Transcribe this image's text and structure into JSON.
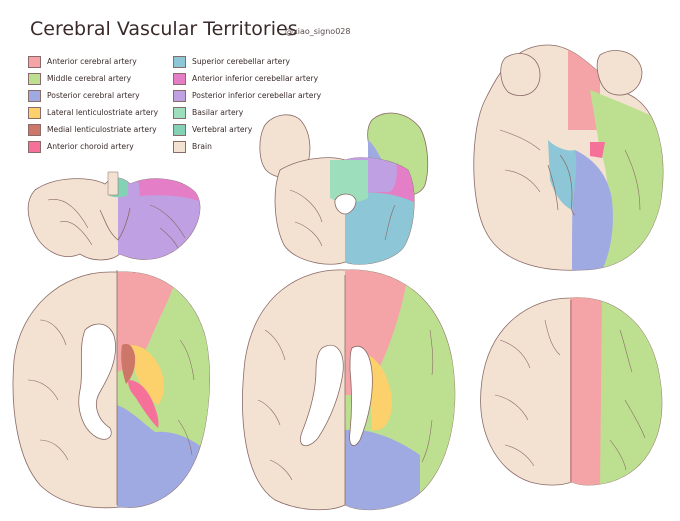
{
  "title": "Cerebral Vascular Territories",
  "author": "@xiao_signo028",
  "colors": {
    "aca": "#f4a3a6",
    "mca": "#bde090",
    "pca": "#9fa9e2",
    "llsa": "#fcd06a",
    "mlsa": "#cd7769",
    "acha": "#f57199",
    "sca": "#8dc7d7",
    "aica": "#e47fc7",
    "pica": "#bfa0e2",
    "basilar": "#9ddfbd",
    "vertebral": "#84d1b5",
    "brain": "#f3e2d1",
    "outline": "#8a6a66"
  },
  "legend": [
    {
      "label": "Anterior cerebral artery",
      "color_key": "aca"
    },
    {
      "label": "Middle cerebral artery",
      "color_key": "mca"
    },
    {
      "label": "Posterior cerebral artery",
      "color_key": "pca"
    },
    {
      "label": "Lateral lenticulostriate artery",
      "color_key": "llsa"
    },
    {
      "label": "Medial lenticulostriate artery",
      "color_key": "mlsa"
    },
    {
      "label": "Anterior choroid artery",
      "color_key": "acha"
    },
    {
      "label": "Superior cerebellar artery",
      "color_key": "sca"
    },
    {
      "label": "Anterior inferior cerebellar artery",
      "color_key": "aica"
    },
    {
      "label": "Posterior inferior cerebellar artery",
      "color_key": "pica"
    },
    {
      "label": "Basilar artery",
      "color_key": "basilar"
    },
    {
      "label": "Vertebral artery",
      "color_key": "vertebral"
    },
    {
      "label": "Brain",
      "color_key": "brain"
    }
  ]
}
